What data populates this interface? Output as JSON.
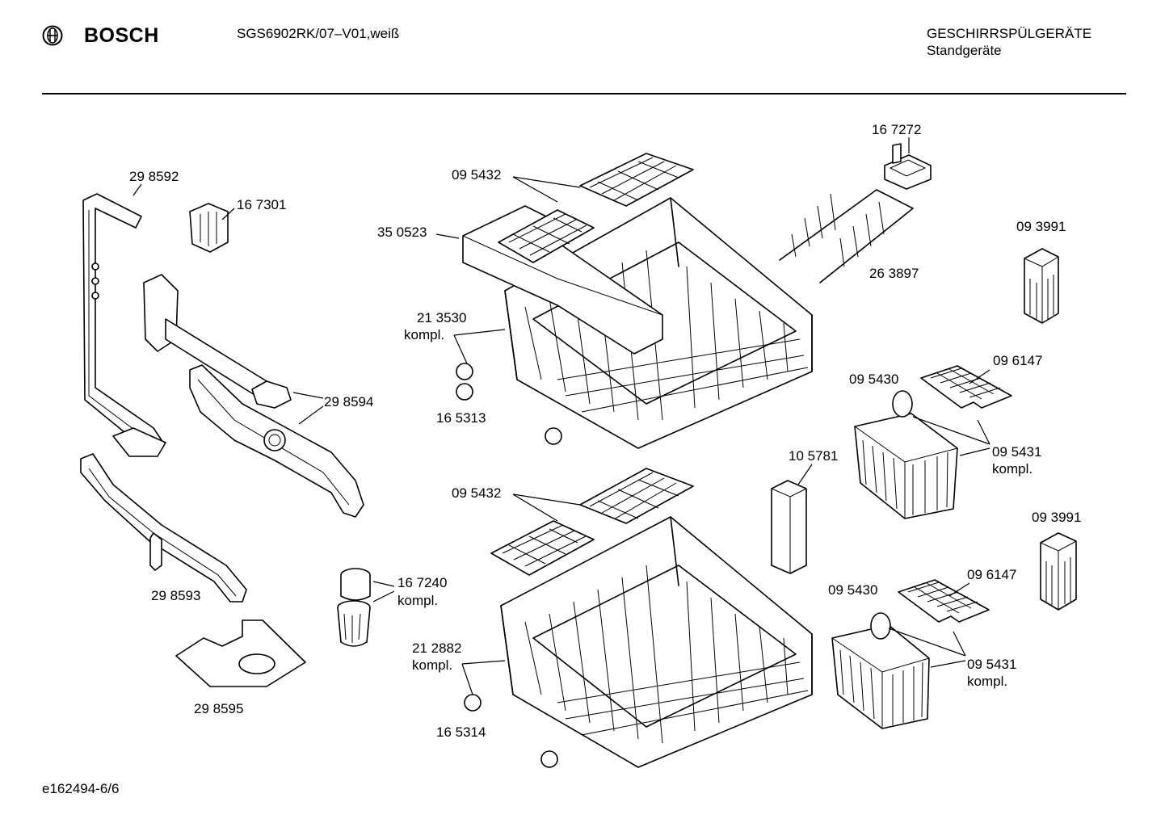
{
  "header": {
    "brand": "BOSCH",
    "model": "SGS6902RK/07–V01,weiß",
    "category": "GESCHIRRSPÜLGERÄTE",
    "subcategory": "Standgeräte"
  },
  "footer": {
    "code": "e162494-6/6"
  },
  "parts": {
    "p298592": "29 8592",
    "p167301": "16 7301",
    "p298594": "29 8594",
    "p298593": "29 8593",
    "p298595": "29 8595",
    "p167240": "16 7240",
    "p167240_kompl": "kompl.",
    "p095432_top": "09 5432",
    "p350523": "35 0523",
    "p213530": "21 3530",
    "p213530_kompl": "kompl.",
    "p165313": "16 5313",
    "p095432_bottom": "09 5432",
    "p212882": "21 2882",
    "p212882_kompl": "kompl.",
    "p165314": "16 5314",
    "p167272": "16 7272",
    "p263897": "26 3897",
    "p093991_top": "09 3991",
    "p096147_top": "09 6147",
    "p095430_top": "09 5430",
    "p095431_top": "09 5431",
    "p095431_top_kompl": "kompl.",
    "p105781": "10 5781",
    "p093991_bottom": "09 3991",
    "p096147_bottom": "09 6147",
    "p095430_bottom": "09 5430",
    "p095431_bottom": "09 5431",
    "p095431_bottom_kompl": "kompl."
  }
}
